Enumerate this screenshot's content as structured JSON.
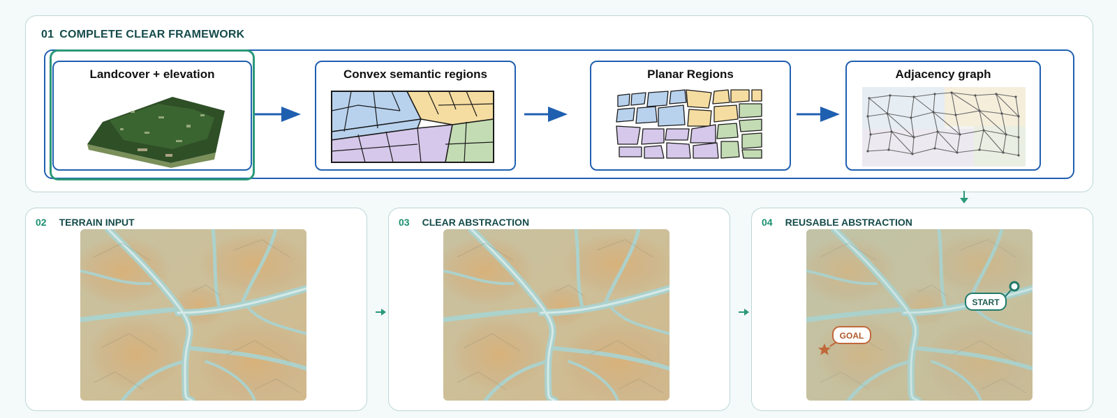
{
  "panel01": {
    "num": "01",
    "title": "COMPLETE CLEAR FRAMEWORK"
  },
  "cards": [
    {
      "title": "Landcover + elevation"
    },
    {
      "title": "Convex semantic regions"
    },
    {
      "title": "Planar Regions"
    },
    {
      "title": "Adjacency graph"
    }
  ],
  "panel02": {
    "num": "02",
    "title": "TERRAIN INPUT"
  },
  "panel03": {
    "num": "03",
    "title": "CLEAR ABSTRACTION"
  },
  "panel04": {
    "num": "04",
    "title": "REUSABLE ABSTRACTION"
  },
  "markers": {
    "start": "START",
    "goal": "GOAL"
  },
  "colors": {
    "accent_blue": "#1f5fb0",
    "accent_teal": "#2a9878",
    "region_blue": "#b8d2ee",
    "region_yellow": "#f5dca0",
    "region_purple": "#d6c8ea",
    "region_green": "#c4dcb4",
    "goal_orange": "#c0683a",
    "start_teal": "#1f7a6a"
  }
}
